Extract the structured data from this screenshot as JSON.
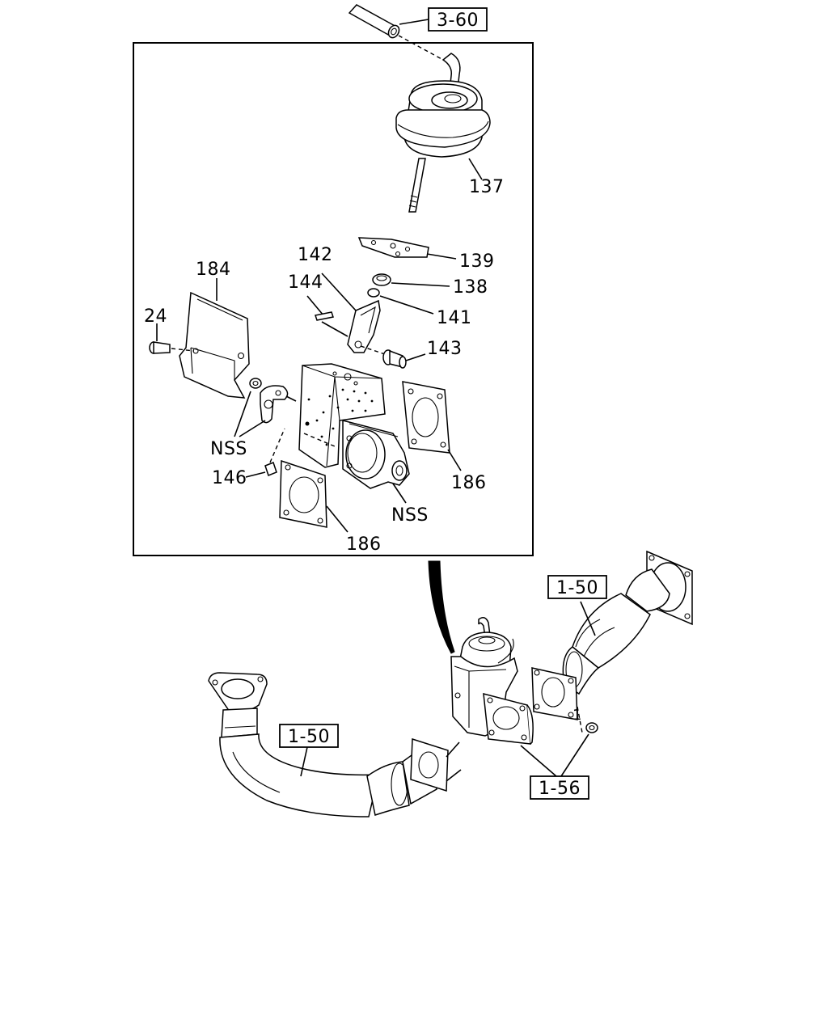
{
  "callouts": {
    "c137": "137",
    "c139": "139",
    "c138": "138",
    "c141": "141",
    "c142": "142",
    "c144": "144",
    "c143": "143",
    "c184": "184",
    "c24": "24",
    "c146": "146",
    "c186a": "186",
    "c186b": "186",
    "nss1": "NSS",
    "nss2": "NSS"
  },
  "references": {
    "r360": "3-60",
    "r150a": "1-50",
    "r150b": "1-50",
    "r156": "1-56"
  },
  "stray_mark": "1"
}
